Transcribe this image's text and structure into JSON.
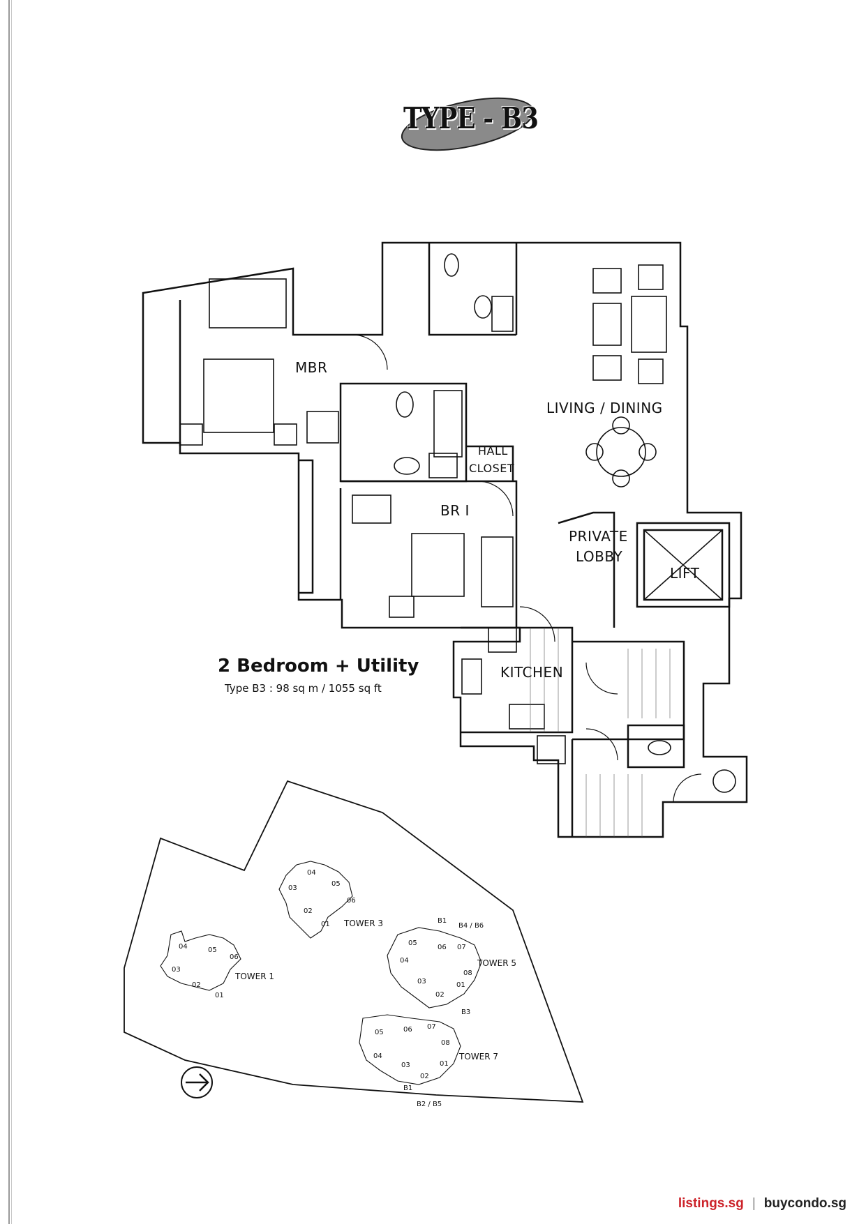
{
  "title": "TYPE - B3",
  "unit_summary": {
    "heading": "2 Bedroom + Utility",
    "detail": "Type B3 : 98 sq m / 1055 sq ft"
  },
  "rooms": {
    "mbr": "MBR",
    "living_dining": "LIVING / DINING",
    "br1": "BR I",
    "hall_closet_line1": "HALL",
    "hall_closet_line2": "CLOSET",
    "private_lobby_line1": "PRIVATE",
    "private_lobby_line2": "LOBBY",
    "lift": "LIFT",
    "kitchen": "KITCHEN"
  },
  "site_plan": {
    "towers": [
      "TOWER 1",
      "TOWER 3",
      "TOWER 5",
      "TOWER 7"
    ],
    "tower1_units": [
      "04",
      "05",
      "06",
      "03",
      "02",
      "01"
    ],
    "tower3_units": [
      "04",
      "05",
      "03",
      "06",
      "02",
      "01"
    ],
    "tower5_units": [
      "B1",
      "B4 / B6",
      "05",
      "06",
      "07",
      "04",
      "08",
      "03",
      "01",
      "02",
      "B3"
    ],
    "tower7_units": [
      "05",
      "06",
      "07",
      "08",
      "04",
      "03",
      "01",
      "02",
      "B1",
      "B2 / B5"
    ]
  },
  "watermark": {
    "left": "listings.sg",
    "separator": "|",
    "right": "buycondo.sg"
  }
}
